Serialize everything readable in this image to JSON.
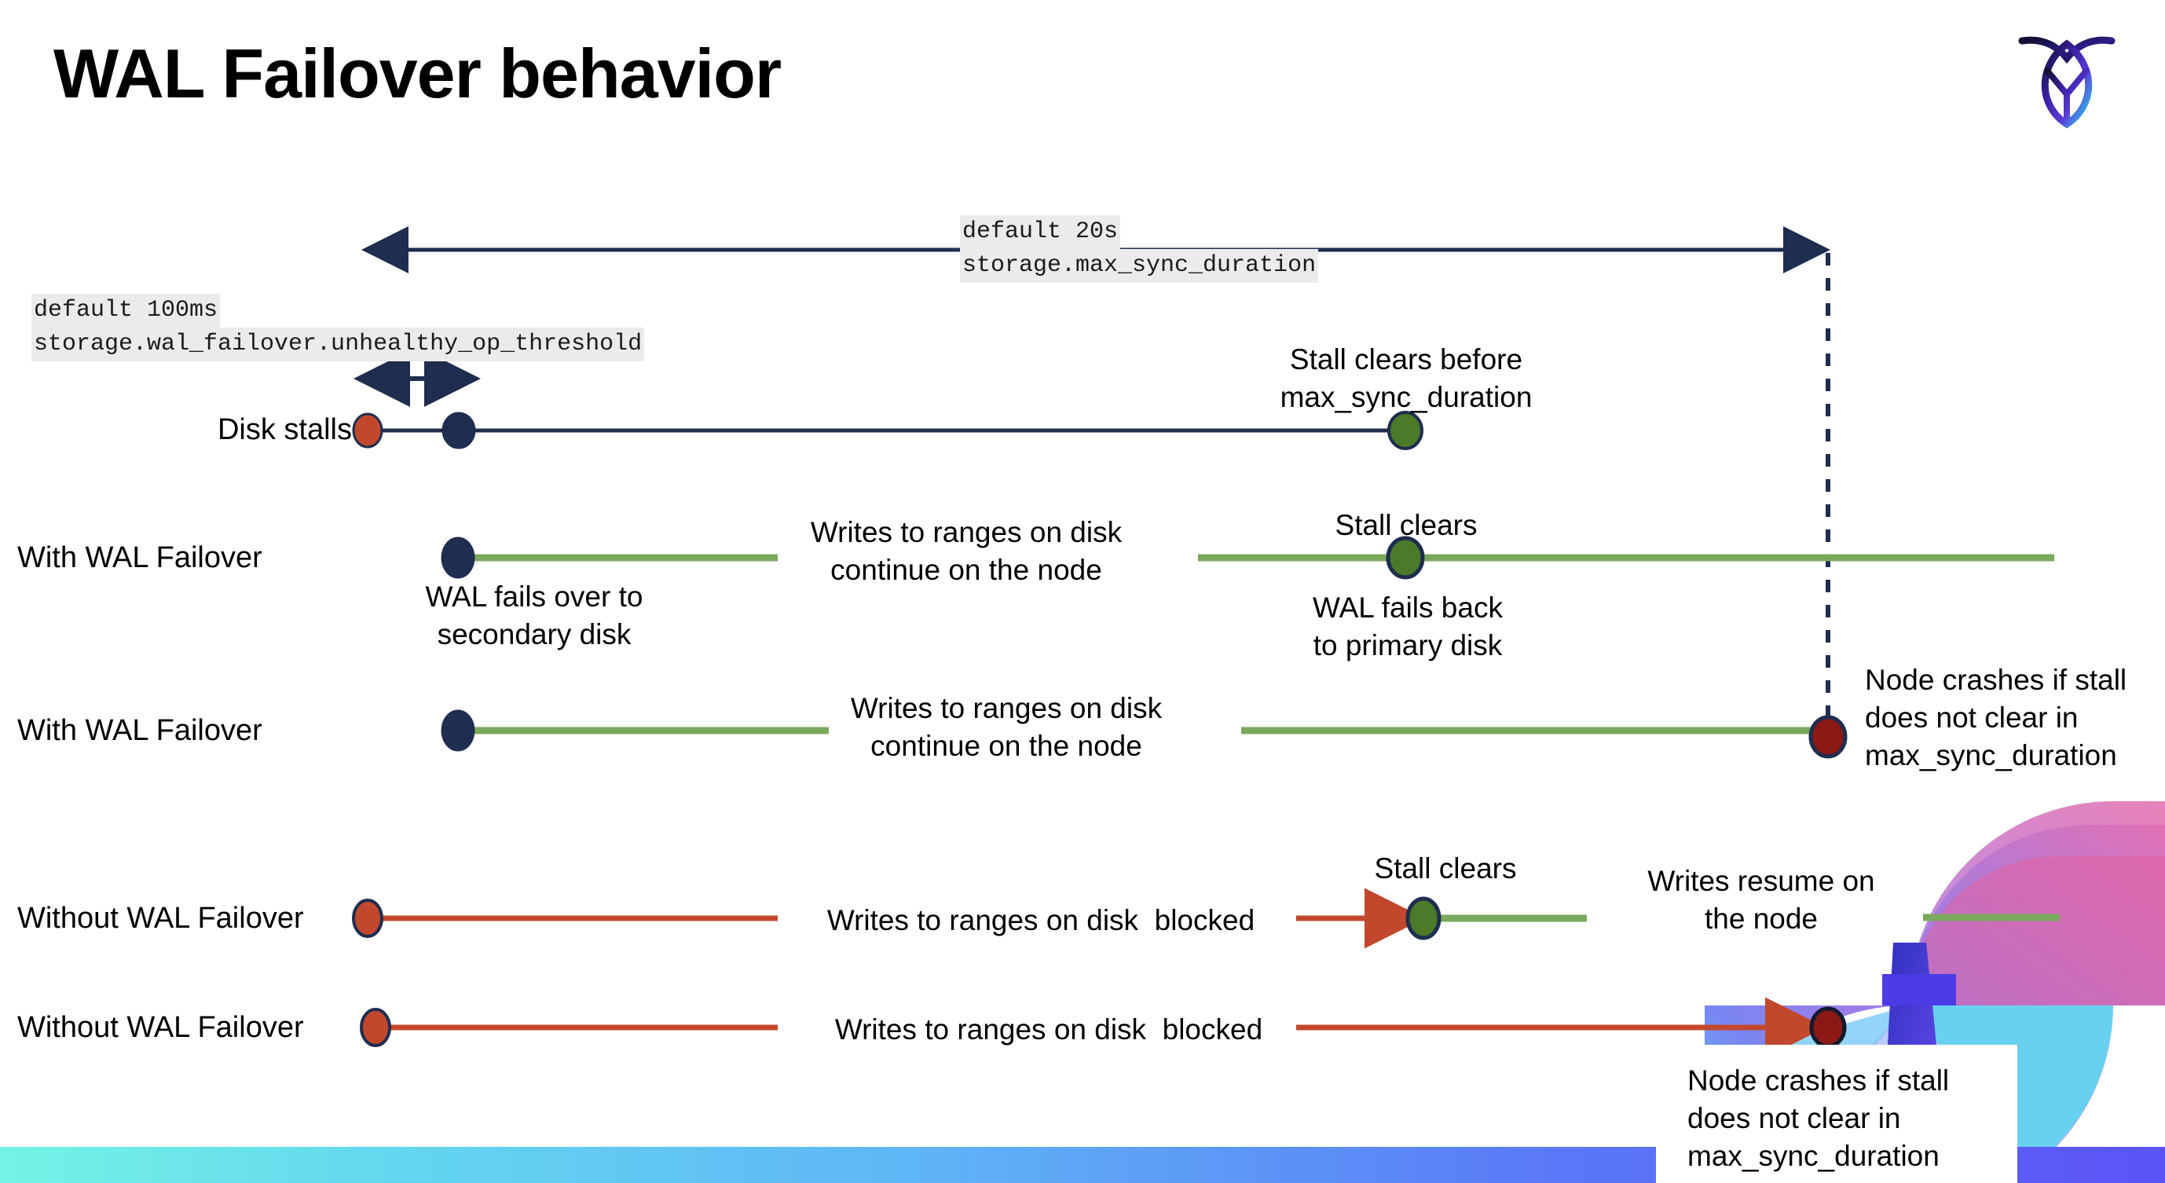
{
  "slide": {
    "title": "WAL Failover behavior",
    "brand_logo": "cockroachdb-logo-icon"
  },
  "settings": {
    "max_sync_duration": {
      "default_text": "default 20s",
      "name_text": "storage.max_sync_duration"
    },
    "unhealthy_op_threshold": {
      "default_text": "default 100ms",
      "name_text": "storage.wal_failover.unhealthy_op_threshold"
    }
  },
  "rows": {
    "disk_stalls": {
      "label": "Disk stalls",
      "annotation": "Stall clears before\nmax_sync_duration"
    },
    "with_failover_recovers": {
      "label": "With WAL Failover",
      "note_start": "WAL fails over to\nsecondary disk",
      "note_middle": "Writes to ranges on disk\ncontinue on the node",
      "note_clear": "Stall clears",
      "note_back": "WAL fails  back\nto primary disk"
    },
    "with_failover_crashes": {
      "label": "With WAL Failover",
      "note_middle": "Writes to ranges on disk\ncontinue on the node",
      "note_crash": "Node crashes if stall\ndoes not clear in\nmax_sync_duration"
    },
    "without_failover_recovers": {
      "label": "Without WAL Failover",
      "note_blocked": "Writes to ranges on disk  blocked",
      "note_clear": "Stall clears",
      "note_resume": "Writes resume on\nthe node"
    },
    "without_failover_crashes": {
      "label": "Without WAL Failover",
      "note_blocked": "Writes to ranges on disk  blocked",
      "note_crash": "Node crashes if stall\ndoes not clear in\nmax_sync_duration"
    }
  },
  "colors": {
    "navy": "#1f2d4f",
    "orange": "#c2482d",
    "green_line": "#7aa85c",
    "green_dot": "#4b7a29",
    "dark_red_dot": "#8b1a14",
    "chip_bg": "#ebebeb",
    "bar_start": "#74f3e4",
    "bar_end": "#5b53f6"
  },
  "markers": {
    "stall_start": "orange-dot-marker",
    "failover_point": "navy-dot-marker",
    "stall_clear": "green-dot-marker",
    "node_crash": "dark-red-dot-marker"
  }
}
